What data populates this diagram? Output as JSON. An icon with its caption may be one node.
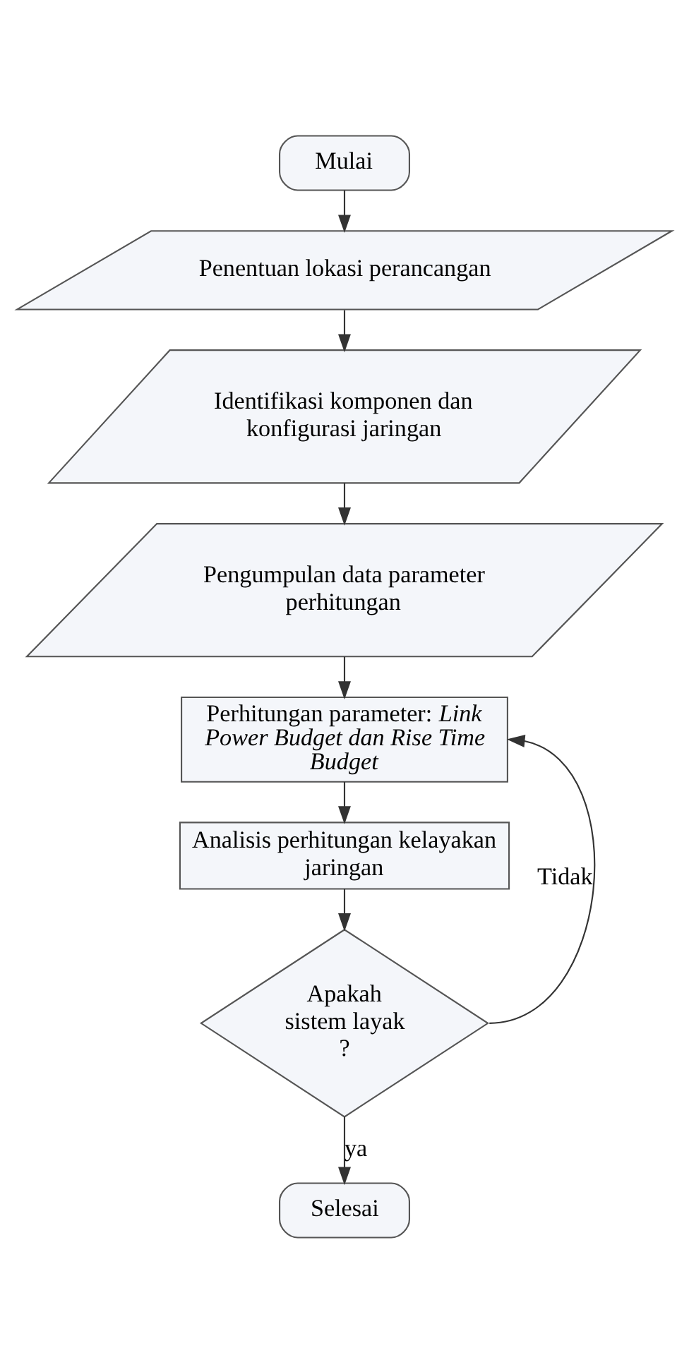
{
  "diagram": {
    "nodes": [
      {
        "text": [
          "Mulai"
        ]
      },
      {
        "text": [
          "Penentuan lokasi perancangan"
        ]
      },
      {
        "text": [
          "Identifikasi komponen dan konfigurasi jaringan"
        ]
      },
      {
        "text": [
          "Pengumpulan data parameter perhitungan"
        ]
      },
      {
        "text": [
          "Perhitungan parameter: *Link Power Budget dan Rise Time Budget*"
        ]
      },
      {
        "text": [
          "Analisis perhitungan kelayakan jaringan"
        ]
      },
      {
        "text": [
          "Apakah sistem layak ?"
        ]
      },
      {
        "text": [
          "Selesai"
        ]
      }
    ],
    "edges": [
      {
        "from": 0,
        "to": 1,
        "arrow": "to"
      },
      {
        "from": 1,
        "to": 2,
        "arrow": "to"
      },
      {
        "from": 2,
        "to": 3,
        "arrow": "to"
      },
      {
        "from": 3,
        "to": 4,
        "arrow": "to"
      },
      {
        "from": 4,
        "to": 5,
        "arrow": "to"
      },
      {
        "from": 5,
        "to": 6,
        "arrow": "to"
      },
      {
        "from": 6,
        "to": 7,
        "label": "ya",
        "arrow": "to"
      },
      {
        "from": 6,
        "to": 4,
        "label": "Tidak",
        "arrow": "to"
      }
    ]
  }
}
